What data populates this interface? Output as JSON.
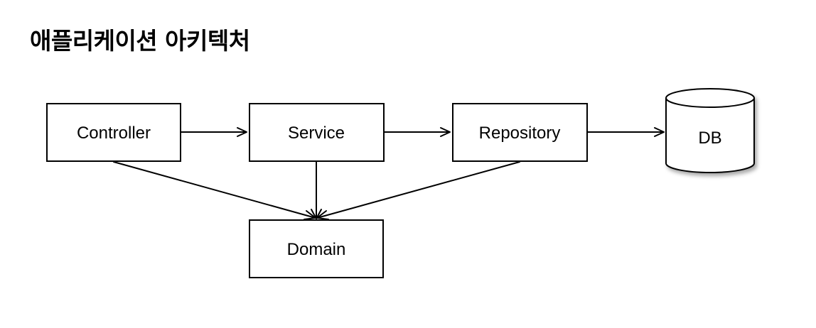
{
  "title": "애플리케이션 아키텍처",
  "nodes": {
    "controller": "Controller",
    "service": "Service",
    "repository": "Repository",
    "db": "DB",
    "domain": "Domain"
  },
  "edges": [
    {
      "from": "controller",
      "to": "service"
    },
    {
      "from": "service",
      "to": "repository"
    },
    {
      "from": "repository",
      "to": "db"
    },
    {
      "from": "controller",
      "to": "domain"
    },
    {
      "from": "service",
      "to": "domain"
    },
    {
      "from": "repository",
      "to": "domain"
    }
  ]
}
